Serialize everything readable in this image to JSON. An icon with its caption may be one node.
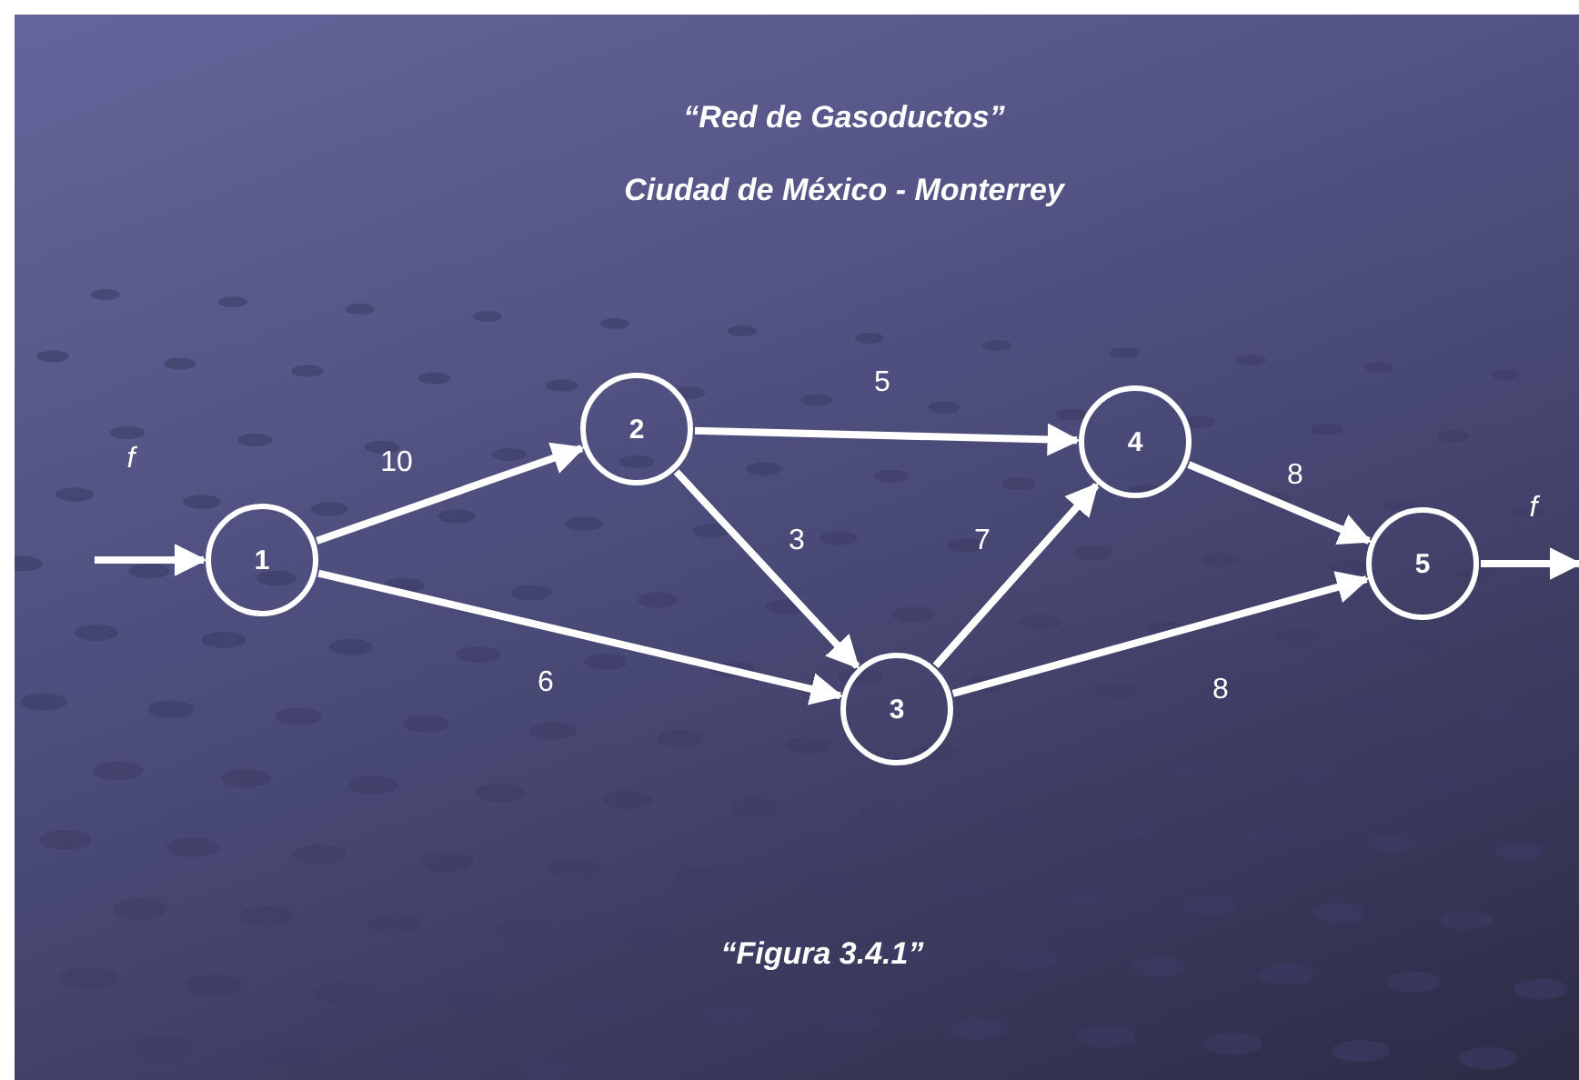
{
  "diagram": {
    "title": "“Red de Gasoductos”",
    "caption": "“Figura 3.4.1”",
    "nodes": [
      {
        "text": [
          "1"
        ]
      },
      {
        "text": [
          "2"
        ]
      },
      {
        "text": [
          "3"
        ]
      },
      {
        "text": [
          "4"
        ]
      },
      {
        "text": [
          "5"
        ]
      }
    ],
    "edges": [
      {
        "from": null,
        "to": 0,
        "arrow": "to",
        "label": "f"
      },
      {
        "from": 0,
        "to": 1,
        "arrow": "to",
        "label": "10"
      },
      {
        "from": 0,
        "to": 2,
        "arrow": "to",
        "label": "6"
      },
      {
        "from": 1,
        "to": 3,
        "arrow": "to",
        "label": "5"
      },
      {
        "from": 1,
        "to": 2,
        "arrow": "to",
        "label": "3"
      },
      {
        "from": 2,
        "to": 3,
        "arrow": "to",
        "label": "7"
      },
      {
        "from": 3,
        "to": 4,
        "arrow": "to",
        "label": "8"
      },
      {
        "from": 2,
        "to": 4,
        "arrow": "to",
        "label": "8"
      },
      {
        "from": 4,
        "to": null,
        "arrow": "to",
        "label": "f"
      }
    ],
    "labels": [
      "Ciudad de México - Monterrey"
    ]
  }
}
